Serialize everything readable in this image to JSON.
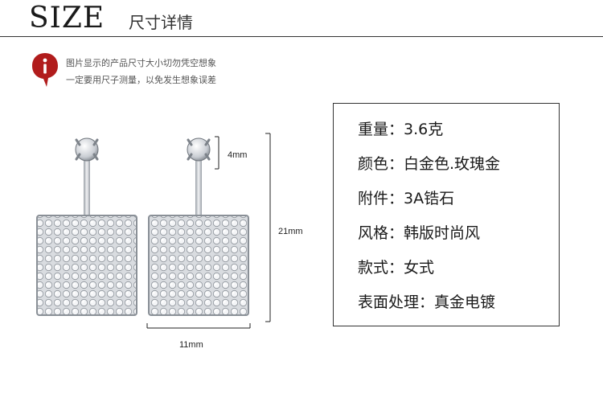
{
  "header": {
    "title": "SIZE",
    "subtitle": "尺寸详情"
  },
  "notice": {
    "icon": "info-speech-bubble-icon",
    "line1": "图片显示的产品尺寸大小切勿凭空想象",
    "line2": "一定要用尺子测量，以免发生想象误差"
  },
  "dimensions": {
    "stone": "4mm",
    "height": "21mm",
    "width": "11mm"
  },
  "specs": [
    {
      "label": "重量：",
      "value": "3.6克"
    },
    {
      "label": "颜色：",
      "value": "白金色.玫瑰金"
    },
    {
      "label": "附件：",
      "value": "3A锆石"
    },
    {
      "label": "风格：",
      "value": "韩版时尚风"
    },
    {
      "label": "款式：",
      "value": "女式"
    },
    {
      "label": "表面处理：",
      "value": "真金电镀"
    }
  ],
  "colors": {
    "accent": "#b11c1c",
    "text": "#1a1a1a",
    "metal": "#c7cbd1"
  }
}
